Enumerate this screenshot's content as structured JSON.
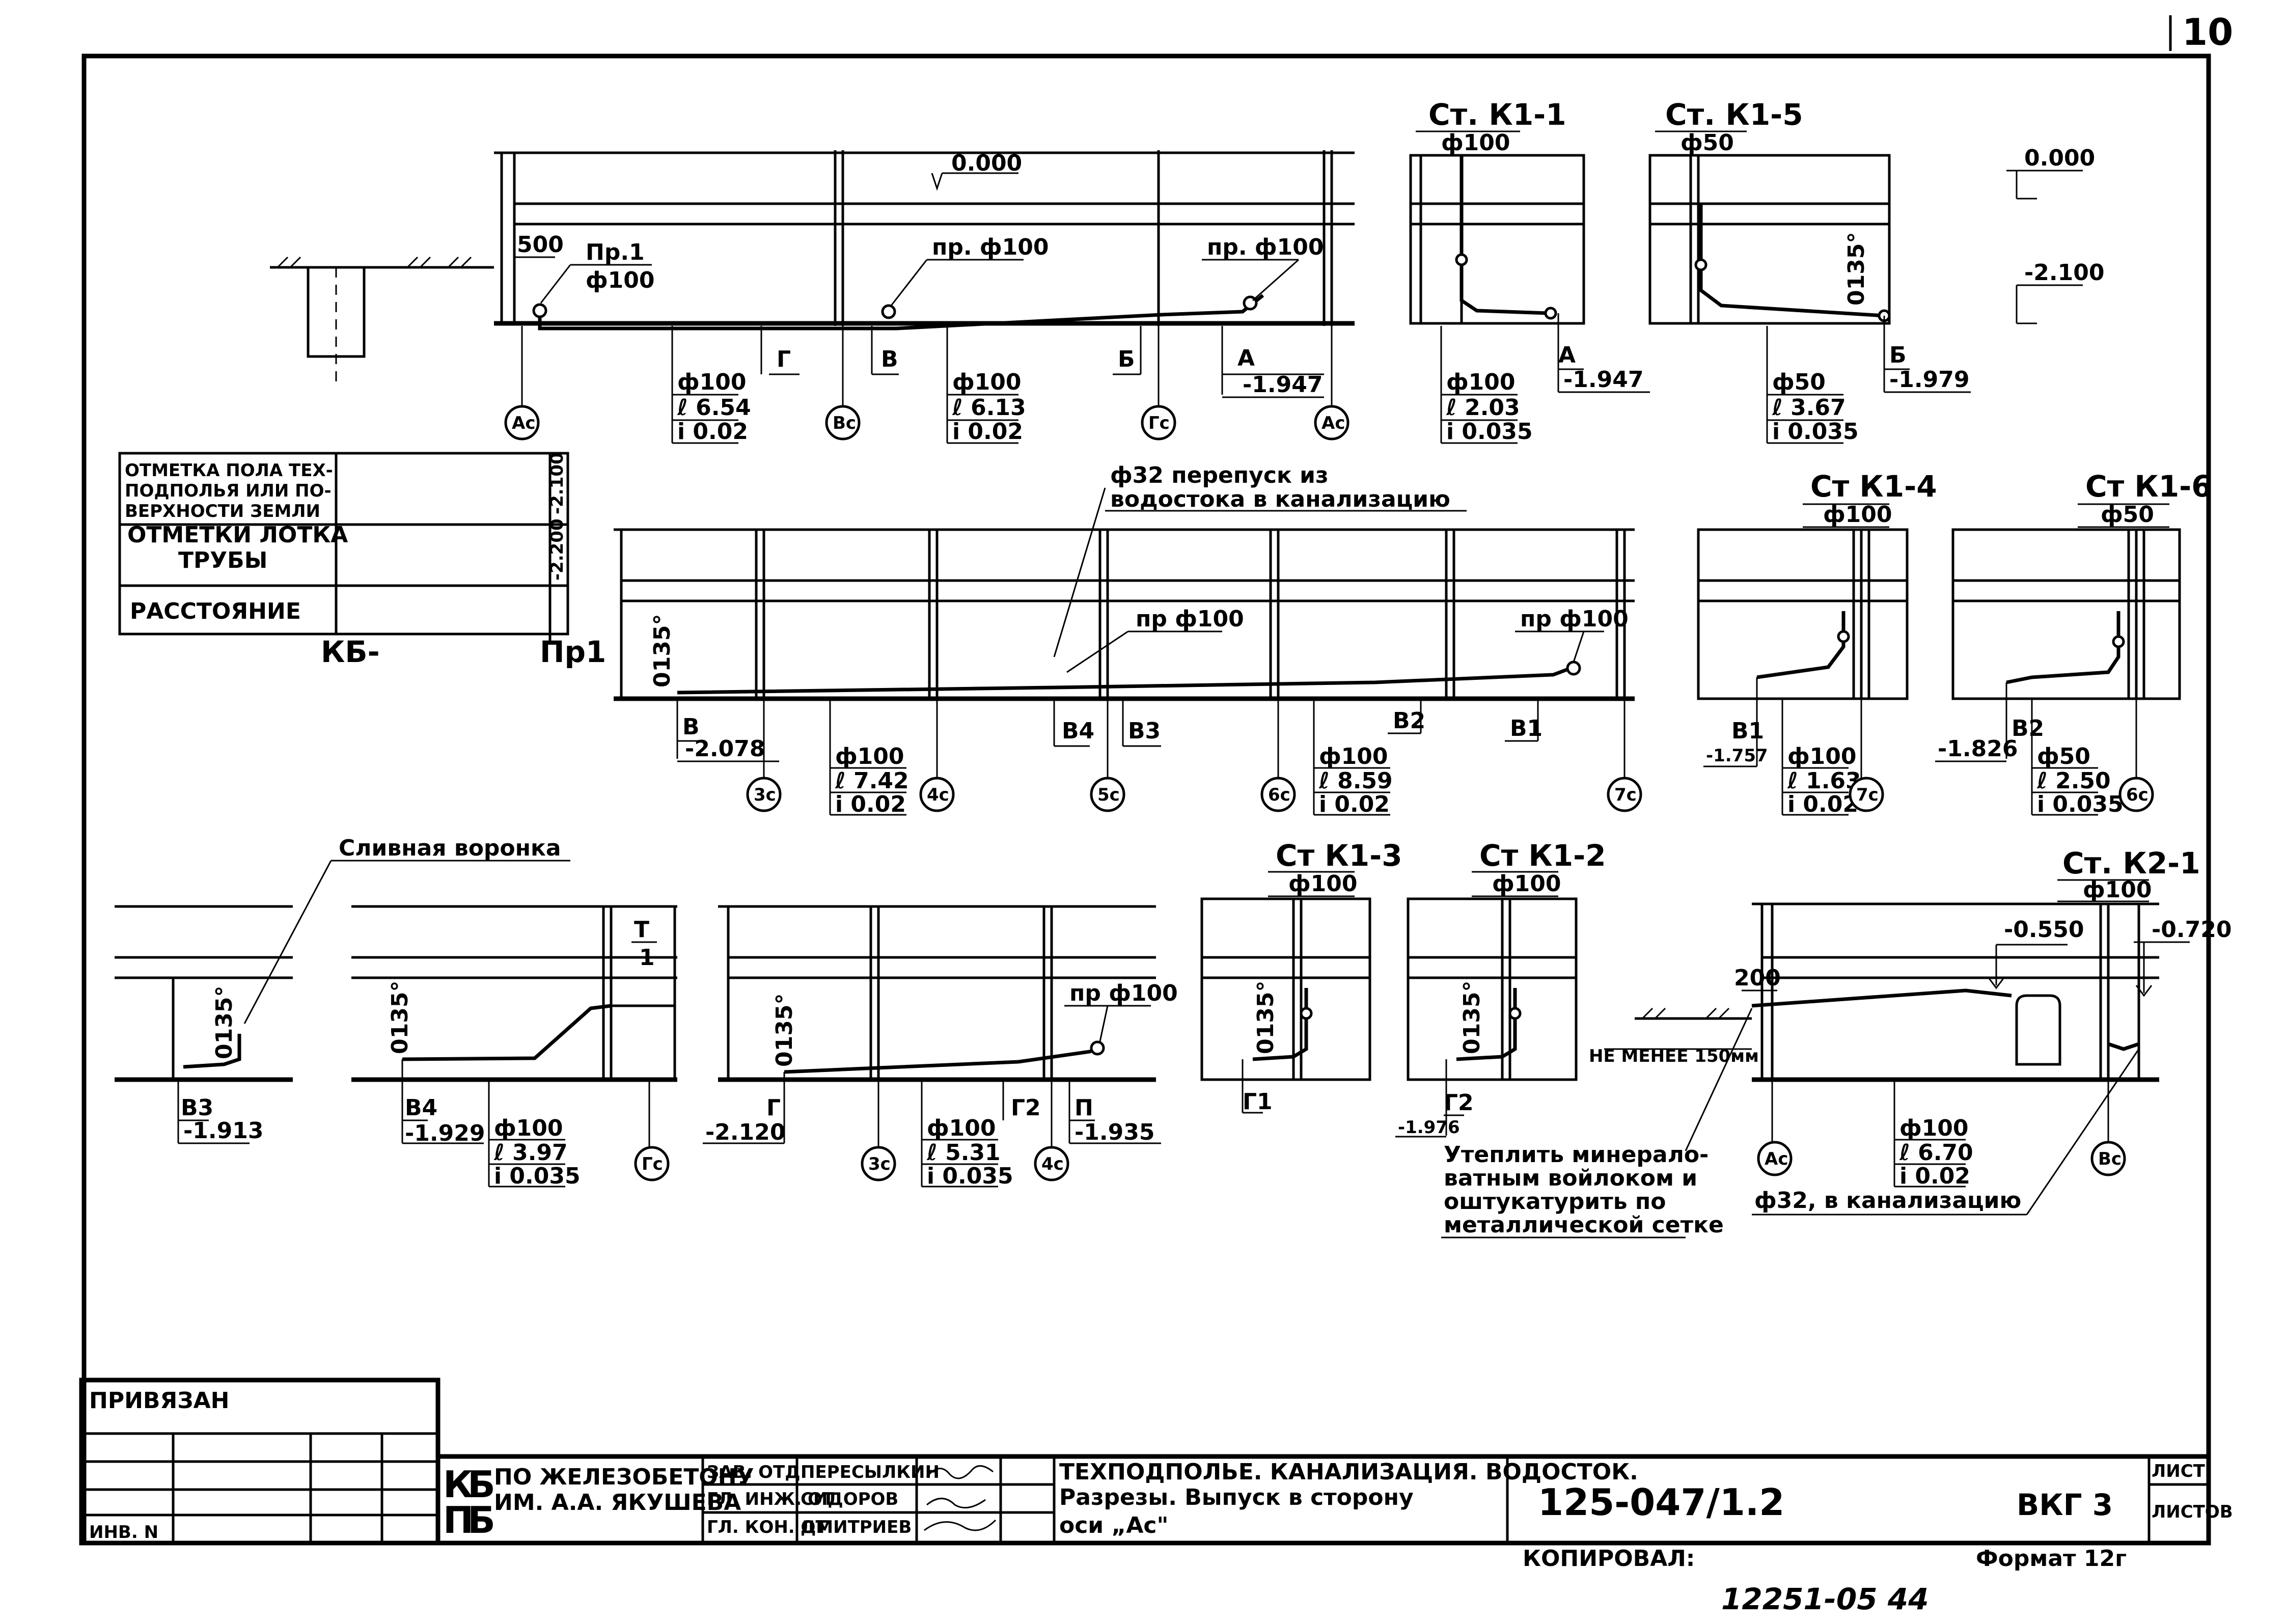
{
  "page_number": "10",
  "stamp": {
    "bound_label": "ПРИВЯЗАН",
    "inv_label": "ИНВ. N",
    "org_abbrev": "КБ\nПБ",
    "org_name_1": "ПО ЖЕЛЕЗОБЕТОНУ",
    "org_name_2": "ИМ. А.А. ЯКУШЕВА",
    "roles": [
      "ЗАВ. ОТД.",
      "ГЛ. ИНЖ. ОТ",
      "ГЛ. КОН. ОТ"
    ],
    "names": [
      "ПЕРЕСЫЛКИН",
      "СИДОРОВ",
      "ДМИТРИЕВ"
    ],
    "title_line1": "ТЕХПОДПОЛЬЕ. КАНАЛИЗАЦИЯ. ВОДОСТОК.",
    "title_line2": "Разрезы. Выпуск в сторону",
    "title_line3": "оси „Ас\"",
    "project_code": "125-047/1.2",
    "sheet_code": "ВКГ 3",
    "sheet_label": "ЛИСТ",
    "sheets_label": "ЛИСТОВ",
    "copied_label": "КОПИРОВАЛ:",
    "format_label": "Формат 12г",
    "bottom_note": "12251-05 44"
  },
  "profile_table": {
    "row1": "ОТМЕТКА ПОЛА ТЕХ-ПОДПОЛЬЯ ИЛИ ПО-ВЕРХНОСТИ ЗЕМЛИ",
    "row2a": "ОТМЕТКИ ЛОТКА",
    "row2b": "ТРУБЫ",
    "row3": "РАССТОЯНИЕ",
    "val1": "-2.100",
    "val2": "-2.200",
    "left_end": "КБ-",
    "right_end": "Пр1"
  },
  "section1": {
    "elev_top": "0.000",
    "dim_500": "500",
    "pr1": "Пр.1",
    "pr1_dia": "ф100",
    "pr_a": "пр. ф100",
    "pr_b": "пр. ф100",
    "marks": [
      "Г",
      "В",
      "Б",
      "А"
    ],
    "elev_a": "-1.947",
    "seg1": [
      "ф100",
      "ℓ 6.54",
      "i 0.02"
    ],
    "seg2": [
      "ф100",
      "ℓ 6.13",
      "i 0.02"
    ],
    "axes": [
      "Ас",
      "Вс",
      "Гс",
      "Ас"
    ]
  },
  "st_k1_1": {
    "title": "Ст. К1-1",
    "dia": "ф100",
    "mark": "А",
    "elev": "-1.947",
    "seg": [
      "ф100",
      "ℓ 2.03",
      "i 0.035"
    ]
  },
  "st_k1_5": {
    "title": "Ст. К1-5",
    "dia": "ф50",
    "mark": "Б",
    "elev": "-1.979",
    "angle": "0135°",
    "seg": [
      "ф50",
      "ℓ 3.67",
      "i 0.035"
    ]
  },
  "legend_elev": {
    "top": "0.000",
    "bottom": "-2.100"
  },
  "section2": {
    "note_1": "ф32 перепуск из",
    "note_2": "водостока в канализацию",
    "pr_a": "пр ф100",
    "pr_b": "пр ф100",
    "angle": "0135°",
    "mark_v": "В",
    "elev_v": "-2.078",
    "marks": [
      "В4",
      "В3",
      "В2",
      "В1"
    ],
    "seg1": [
      "ф100",
      "ℓ 7.42",
      "i 0.02"
    ],
    "seg2": [
      "ф100",
      "ℓ 8.59",
      "i 0.02"
    ],
    "axes": [
      "3с",
      "4с",
      "5с",
      "6с",
      "7с"
    ]
  },
  "st_k1_4": {
    "title": "Ст К1-4",
    "dia": "ф100",
    "mark": "В1",
    "elev": "-1.757",
    "seg": [
      "ф100",
      "ℓ 1.63",
      "i 0.02"
    ],
    "axis": "7с"
  },
  "st_k1_6": {
    "title": "Ст К1-6",
    "dia": "ф50",
    "mark": "В2",
    "elev": "-1.826",
    "seg": [
      "ф50",
      "ℓ 2.50",
      "i 0.035"
    ],
    "axis": "6с"
  },
  "section3": {
    "note": "Сливная воронка",
    "angle": "0135°",
    "mark": "В3",
    "elev": "-1.913"
  },
  "section4": {
    "angle": "0135°",
    "mark": "В4",
    "elev": "-1.929",
    "t_mark": "Т",
    "t_num": "1",
    "seg": [
      "ф100",
      "ℓ 3.97",
      "i 0.035"
    ],
    "axis": "Гс"
  },
  "section5": {
    "angle": "0135°",
    "pr": "пр ф100",
    "mark_g": "Г",
    "elev_g": "-2.120",
    "mark_g2": "Г2",
    "mark_p": "П",
    "elev_p": "-1.935",
    "seg": [
      "ф100",
      "ℓ 5.31",
      "i 0.035"
    ],
    "axes": [
      "3с",
      "4с"
    ]
  },
  "st_k1_3": {
    "title": "Ст К1-3",
    "dia": "ф100",
    "angle": "0135°",
    "mark": "Г1"
  },
  "st_k1_2": {
    "title": "Ст К1-2",
    "dia": "ф100",
    "angle": "0135°",
    "mark": "Г2",
    "elev": "-1.976"
  },
  "st_k2_1": {
    "title": "Ст. К2-1",
    "dia": "ф100",
    "elev_1": "-0.550",
    "elev_2": "-0.720",
    "dim_200": "200",
    "min_note": "НЕ МЕНЕЕ 150мм",
    "seg": [
      "ф100",
      "ℓ 6.70",
      "i 0.02"
    ],
    "axes": [
      "Ас",
      "Вс"
    ],
    "insul_1": "Утеплить минерало-",
    "insul_2": "ватным войлоком и",
    "insul_3": "оштукатурить по",
    "insul_4": "металлической сетке",
    "drain_note": "ф32, в канализацию"
  }
}
